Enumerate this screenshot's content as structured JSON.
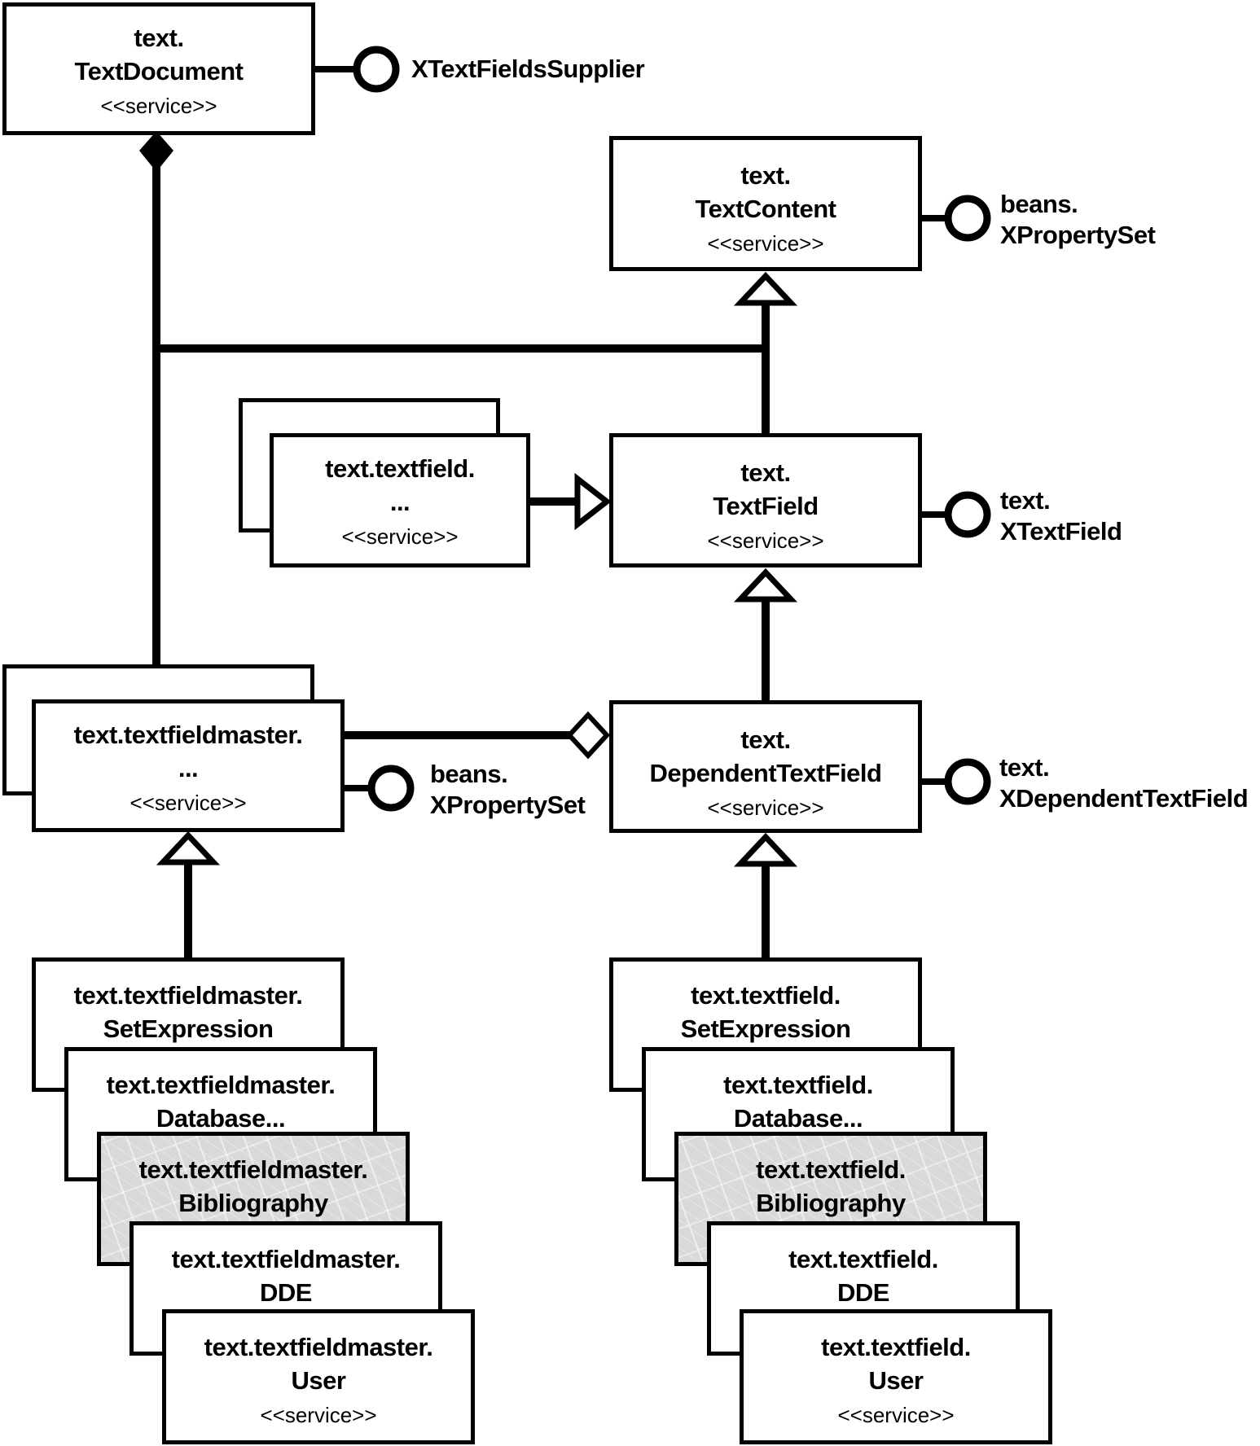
{
  "colors": {
    "line": "#000000",
    "box_background": "#ffffff",
    "bibliography_fill": "#d9d9d9"
  },
  "nodes": {
    "text_document": {
      "lines": [
        "text.",
        "TextDocument"
      ],
      "stereotype": "<<service>>"
    },
    "text_content": {
      "lines": [
        "text.",
        "TextContent"
      ],
      "stereotype": "<<service>>"
    },
    "textfield_stack": {
      "lines": [
        "text.textfield.",
        "..."
      ],
      "stereotype": "<<service>>"
    },
    "text_field": {
      "lines": [
        "text.",
        "TextField"
      ],
      "stereotype": "<<service>>"
    },
    "textfieldmaster_stack": {
      "lines": [
        "text.textfieldmaster.",
        "..."
      ],
      "stereotype": "<<service>>"
    },
    "dependent_text_field": {
      "lines": [
        "text.",
        "DependentTextField"
      ],
      "stereotype": "<<service>>"
    }
  },
  "interfaces": {
    "x_text_fields_supplier": {
      "lines": [
        "XTextFieldsSupplier"
      ]
    },
    "beans_x_property_set_text_content": {
      "lines": [
        "beans.",
        "XPropertySet"
      ]
    },
    "text_x_text_field": {
      "lines": [
        "text.",
        "XTextField"
      ]
    },
    "beans_x_property_set_textfieldmaster": {
      "lines": [
        "beans.",
        "XPropertySet"
      ]
    },
    "text_x_dependent_text_field": {
      "lines": [
        "text.",
        "XDependentTextField"
      ]
    }
  },
  "left_cascade": [
    {
      "lines": [
        "text.textfieldmaster.",
        "SetExpression"
      ]
    },
    {
      "lines": [
        "text.textfieldmaster.",
        "Database..."
      ]
    },
    {
      "lines": [
        "text.textfieldmaster.",
        "Bibliography"
      ],
      "highlighted": true
    },
    {
      "lines": [
        "text.textfieldmaster.",
        "DDE"
      ]
    },
    {
      "lines": [
        "text.textfieldmaster.",
        "User"
      ],
      "stereotype": "<<service>>"
    }
  ],
  "right_cascade": [
    {
      "lines": [
        "text.textfield.",
        "SetExpression"
      ]
    },
    {
      "lines": [
        "text.textfield.",
        "Database..."
      ]
    },
    {
      "lines": [
        "text.textfield.",
        "Bibliography"
      ],
      "highlighted": true
    },
    {
      "lines": [
        "text.textfield.",
        "DDE"
      ]
    },
    {
      "lines": [
        "text.textfield.",
        "User"
      ],
      "stereotype": "<<service>>"
    }
  ]
}
